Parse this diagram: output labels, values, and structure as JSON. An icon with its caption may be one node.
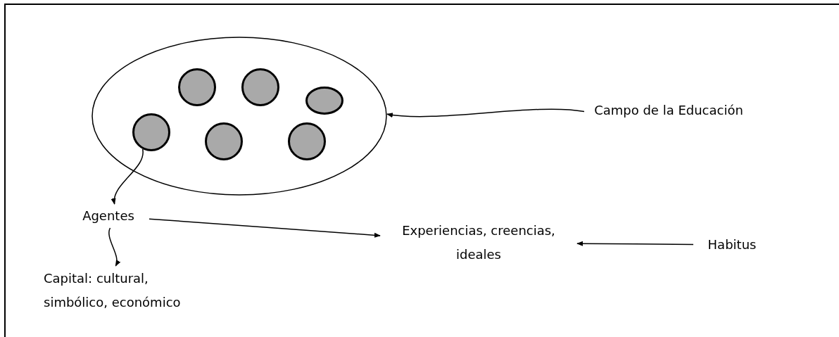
{
  "diagram": {
    "nodes": [
      {
        "text": [],
        "shape": "ellipse"
      },
      {
        "text": [],
        "shape": "circle",
        "in": 0
      },
      {
        "text": [],
        "shape": "circle",
        "in": 0
      },
      {
        "text": [],
        "shape": "circle",
        "in": 0
      },
      {
        "text": [],
        "shape": "circle",
        "in": 0
      },
      {
        "text": [],
        "shape": "circle",
        "in": 0
      },
      {
        "text": [],
        "shape": "circle",
        "in": 0
      },
      {
        "text": [
          "Campo de la Educación"
        ]
      },
      {
        "text": [
          "Agentes"
        ]
      },
      {
        "text": [
          "Capital: cultural, simbólico, económico"
        ]
      },
      {
        "text": [
          "Experiencias, creencias, ideales"
        ]
      },
      {
        "text": [
          "Habitus"
        ]
      }
    ],
    "edges": [
      {
        "from": 7,
        "to": 0,
        "arrow": "to"
      },
      {
        "from": 1,
        "to": 8,
        "arrow": "to"
      },
      {
        "from": 8,
        "to": 10,
        "arrow": "to"
      },
      {
        "from": 8,
        "to": 9,
        "arrow": "to"
      },
      {
        "from": 11,
        "to": 10,
        "arrow": "to"
      }
    ]
  }
}
